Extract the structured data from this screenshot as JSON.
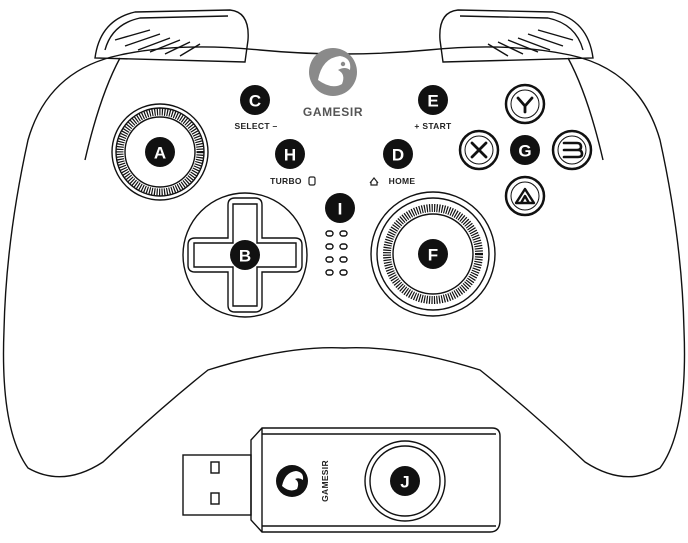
{
  "brand": {
    "name": "GAMESIR"
  },
  "callouts": {
    "a": "A",
    "b": "B",
    "c": "C",
    "d": "D",
    "e": "E",
    "f": "F",
    "g": "G",
    "h": "H",
    "i": "I",
    "j": "J"
  },
  "captions": {
    "select": "SELECT –",
    "start": "+ START",
    "turbo": "TURBO",
    "home": "HOME"
  },
  "dongle": {
    "brand": "GAMESIR"
  },
  "colors": {
    "line": "#111111",
    "fill": "#ffffff",
    "callout": "#111111"
  }
}
